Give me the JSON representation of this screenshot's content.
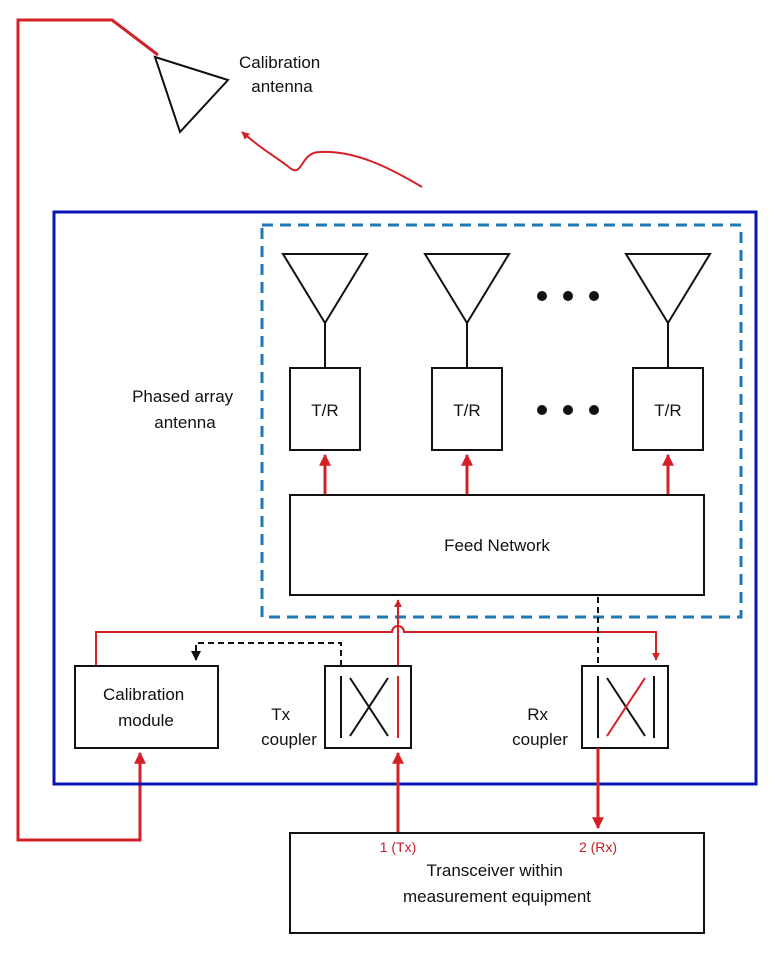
{
  "labels": {
    "calibration_antenna": [
      "Calibration",
      "antenna"
    ],
    "phased_array": [
      "Phased array",
      "antenna"
    ],
    "tr": "T/R",
    "feed_network": "Feed Network",
    "calibration_module": [
      "Calibration",
      "module"
    ],
    "tx_coupler": [
      "Tx",
      "coupler"
    ],
    "rx_coupler": [
      "Rx",
      "coupler"
    ],
    "transceiver": [
      "Transceiver within",
      "measurement equipment"
    ],
    "port_tx": "1 (Tx)",
    "port_rx": "2 (Rx)"
  },
  "colors": {
    "signal": "#d42027",
    "outer_box": "#0a14b4",
    "dashed_box": "#1f78b4",
    "line": "#111111"
  }
}
